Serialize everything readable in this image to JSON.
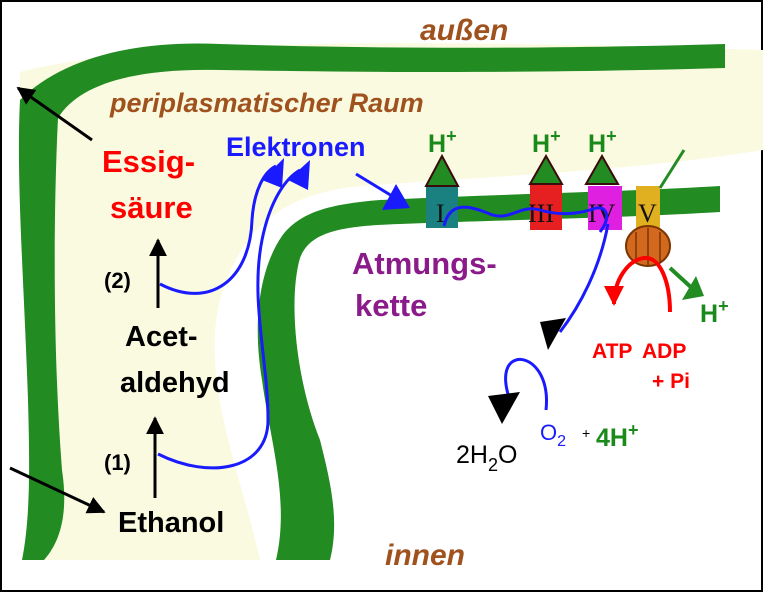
{
  "labels": {
    "outside": "außen",
    "periplasm": "periplasmatischer Raum",
    "inside": "innen",
    "electrons": "Elektronen",
    "acetic_acid_line1": "Essig-",
    "acetic_acid_line2": "säure",
    "acetaldehyde_line1": "Acet-",
    "acetaldehyde_line2": "aldehyd",
    "ethanol": "Ethanol",
    "step1": "(1)",
    "step2": "(2)",
    "respiratory_chain_line1": "Atmungs-",
    "respiratory_chain_line2": "kette",
    "h_plus": "H",
    "plus_sign": "+",
    "complex_1": "I",
    "complex_3": "III",
    "complex_4": "IV",
    "complex_5": "V",
    "water_2": "2H",
    "water_sub": "2",
    "water_o": "O",
    "oxygen": "O",
    "oxygen_sub": "2",
    "oxygen_plus": "+",
    "four_h": "4H",
    "atp": "ATP",
    "adp": "ADP",
    "pi": "+ Pi"
  },
  "colors": {
    "membrane": "#228b22",
    "cytoplasm": "#fafae0",
    "outside_text": "#a0521e",
    "electrons": "#1a1aff",
    "acid": "#ff0000",
    "chain": "#8b1a8b",
    "complex_1": "#1a8080",
    "complex_3": "#e62020",
    "complex_4": "#e020e0",
    "complex_5": "#e0b020",
    "atp_synthase": "#d2691e",
    "h_plus_text": "#1a8a1a"
  }
}
